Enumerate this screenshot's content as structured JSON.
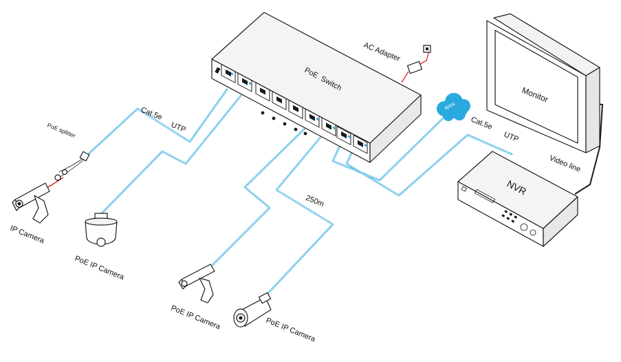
{
  "switch": {
    "label": "PoE  Switch",
    "dots": 5
  },
  "ac_adapter": {
    "label": "AC Adapter",
    "color": "#e02020"
  },
  "wan": {
    "label": "WAN",
    "color": "#2aa9e0"
  },
  "monitor": {
    "label": "Monitor"
  },
  "nvr": {
    "label": "NVR"
  },
  "video_line": {
    "label": "Video line"
  },
  "cables": {
    "color": "#2aa9e0",
    "cat5e_left": "Cat.5e",
    "utp_left": "UTP",
    "cat5e_right": "Cat.5e",
    "utp_right": "UTP",
    "distance": "250m"
  },
  "poe_splitter": {
    "label": "PoE splitter"
  },
  "cameras": [
    {
      "label": "IP Camera"
    },
    {
      "label": "PoE IP Camera"
    },
    {
      "label": "PoE IP Camera"
    },
    {
      "label": "PoE IP Camera"
    }
  ]
}
